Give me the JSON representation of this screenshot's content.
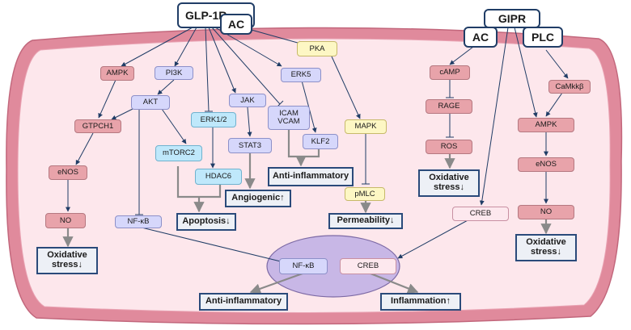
{
  "receptors": {
    "glp1r": "GLP-1R",
    "ac_left": "AC",
    "gipr": "GIPR",
    "ac_right": "AC",
    "plc": "PLC"
  },
  "left_pathway": {
    "ampk": "AMPK",
    "gtpch1": "GTPCH1",
    "enos": "eNOS",
    "no": "NO",
    "oxidative_stress": "Oxidative stress↓",
    "pi3k": "PI3K",
    "akt": "AKT",
    "mtorc2": "mTORC2",
    "erk12": "ERK1/2",
    "hdac6": "HDAC6",
    "nfkb": "NF-κB",
    "apoptosis": "Apoptosis↓",
    "jak": "JAK",
    "stat3": "STAT3",
    "angiogenic": "Angiogenic↑",
    "icam_vcam": "ICAM VCAM",
    "erk5": "ERK5",
    "klf2": "KLF2",
    "anti_inflammatory": "Anti-inflammatory",
    "pka": "PKA",
    "mapk": "MAPK",
    "pmlc": "pMLC",
    "permeability": "Permeability↓"
  },
  "right_pathway": {
    "camp": "cAMP",
    "rage": "RAGE",
    "ros": "ROS",
    "oxidative_stress_a": "Oxidative stress↓",
    "camkkb": "CaMkkβ",
    "ampk": "AMPK",
    "enos": "eNOS",
    "no": "NO",
    "oxidative_stress_b": "Oxidative stress↓",
    "creb": "CREB"
  },
  "nucleus": {
    "nfkb": "NF-κB",
    "creb": "CREB",
    "anti_inflammatory": "Anti-inflammatory",
    "inflammation": "Inflammation↑"
  },
  "colors": {
    "cell_outer": "#e08a9c",
    "cell_inner": "#fde7ec",
    "nucleus": "#c8b7e6",
    "arrow": "#203d66",
    "outcome_arrow": "#8a8a8a"
  }
}
